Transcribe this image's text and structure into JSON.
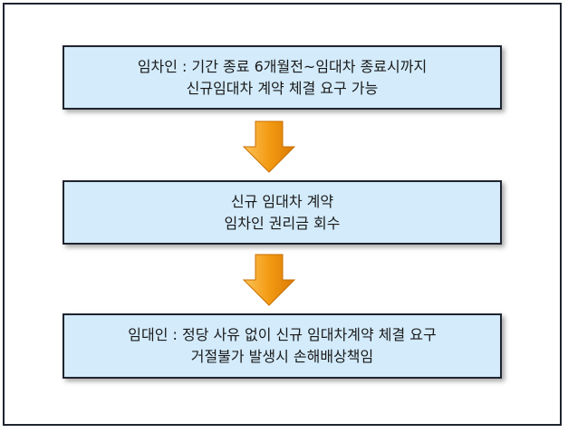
{
  "boxes": [
    {
      "line1": "임차인 : 기간 종료 6개월전~임대차 종료시까지",
      "line2": "신규임대차 계약 체결 요구 가능"
    },
    {
      "line1": "신규 임대차 계약",
      "line2": "임차인 권리금 회수"
    },
    {
      "line1": "임대인 : 정당 사유 없이 신규 임대차계약 체결 요구",
      "line2": "거절불가 발생시 손해배상책임"
    }
  ],
  "colors": {
    "box_fill": "#d3ebfb",
    "box_border": "#1f2430",
    "arrow": "#f39a12"
  },
  "icons": [
    "arrow-down-icon",
    "arrow-down-icon"
  ]
}
